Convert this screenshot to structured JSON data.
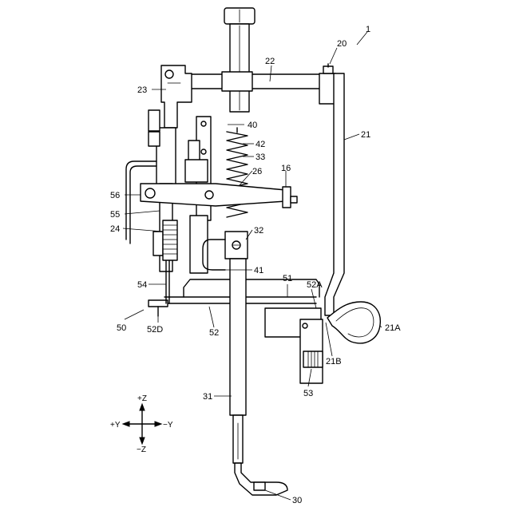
{
  "figure": {
    "reference_labels": [
      {
        "id": "ref-1",
        "text": "1"
      },
      {
        "id": "ref-20",
        "text": "20"
      },
      {
        "id": "ref-22",
        "text": "22"
      },
      {
        "id": "ref-23",
        "text": "23"
      },
      {
        "id": "ref-40",
        "text": "40"
      },
      {
        "id": "ref-21",
        "text": "21"
      },
      {
        "id": "ref-42",
        "text": "42"
      },
      {
        "id": "ref-33",
        "text": "33"
      },
      {
        "id": "ref-26",
        "text": "26"
      },
      {
        "id": "ref-16",
        "text": "16"
      },
      {
        "id": "ref-56",
        "text": "56"
      },
      {
        "id": "ref-55",
        "text": "55"
      },
      {
        "id": "ref-24",
        "text": "24"
      },
      {
        "id": "ref-32",
        "text": "32"
      },
      {
        "id": "ref-41",
        "text": "41"
      },
      {
        "id": "ref-51",
        "text": "51"
      },
      {
        "id": "ref-52A",
        "text": "52A"
      },
      {
        "id": "ref-54",
        "text": "54"
      },
      {
        "id": "ref-50",
        "text": "50"
      },
      {
        "id": "ref-52D",
        "text": "52D"
      },
      {
        "id": "ref-52",
        "text": "52"
      },
      {
        "id": "ref-21A",
        "text": "21A"
      },
      {
        "id": "ref-21B",
        "text": "21B"
      },
      {
        "id": "ref-53",
        "text": "53"
      },
      {
        "id": "ref-31",
        "text": "31"
      },
      {
        "id": "ref-30",
        "text": "30"
      }
    ],
    "axes": {
      "plus_z": "+Z",
      "minus_z": "−Z",
      "plus_y": "+Y",
      "minus_y": "−Y"
    }
  }
}
